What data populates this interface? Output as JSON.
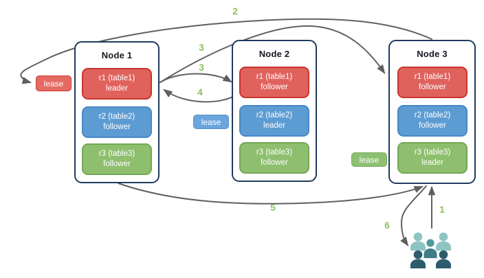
{
  "nodes": [
    {
      "title": "Node 1",
      "replicas": [
        {
          "name": "r1 (table1)",
          "role": "leader",
          "color": "#e0625d"
        },
        {
          "name": "r2 (table2)",
          "role": "follower",
          "color": "#5d9cd3"
        },
        {
          "name": "r3 (table3)",
          "role": "follower",
          "color": "#8ebf6e"
        }
      ]
    },
    {
      "title": "Node 2",
      "replicas": [
        {
          "name": "r1 (table1)",
          "role": "follower",
          "color": "#e0625d"
        },
        {
          "name": "r2 (table2)",
          "role": "leader",
          "color": "#5d9cd3"
        },
        {
          "name": "r3 (table3)",
          "role": "follower",
          "color": "#8ebf6e"
        }
      ]
    },
    {
      "title": "Node 3",
      "replicas": [
        {
          "name": "r1 (table1)",
          "role": "follower",
          "color": "#e0625d"
        },
        {
          "name": "r2 (table2)",
          "role": "follower",
          "color": "#5d9cd3"
        },
        {
          "name": "r3 (table3)",
          "role": "leader",
          "color": "#8ebf6e"
        }
      ]
    }
  ],
  "leases": [
    {
      "label": "lease",
      "color": "#e56a63"
    },
    {
      "label": "lease",
      "color": "#6aa5dc"
    },
    {
      "label": "lease",
      "color": "#8ec073"
    }
  ],
  "steps": [
    "2",
    "3",
    "3",
    "4",
    "5",
    "6",
    "1"
  ],
  "icons": {
    "users": "users-group-icon"
  },
  "colors": {
    "node_border": "#1f3a5f",
    "arrow": "#5f5f5f",
    "step_label": "#8abf62",
    "replica_red": "#e0625d",
    "replica_blue": "#5d9cd3",
    "replica_green": "#8ebf6e",
    "users_light": "#8ec5c3",
    "users_medium": "#4e9b9e",
    "users_dark": "#2d5c6d"
  }
}
